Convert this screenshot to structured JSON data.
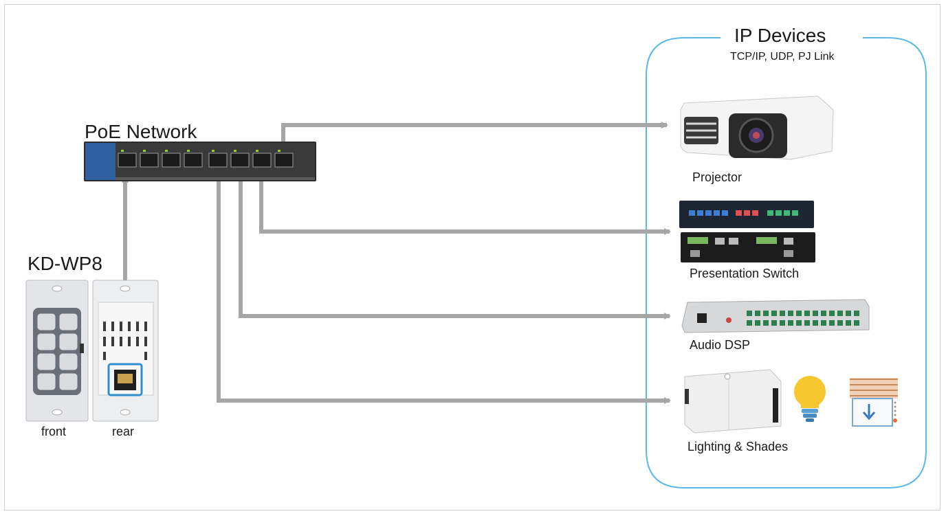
{
  "network": {
    "label": "PoE Network"
  },
  "keypad": {
    "label": "KD-WP8",
    "front_label": "front",
    "rear_label": "rear"
  },
  "ip_group": {
    "title": "IP Devices",
    "subtitle": "TCP/IP, UDP, PJ Link"
  },
  "devices": [
    {
      "label": "Projector",
      "icon": "projector-icon"
    },
    {
      "label": "Presentation Switch",
      "icon": "presentation-switch-icon"
    },
    {
      "label": "Audio DSP",
      "icon": "audio-dsp-icon"
    },
    {
      "label": "Lighting & Shades",
      "icon": "lighting-controller-icon"
    }
  ],
  "colors": {
    "connector": "#a6a6a6",
    "group_border": "#5ab9e6",
    "switch_blue": "#2f5f9e",
    "bulb": "#f6c72e",
    "shade": "#c98a5c"
  }
}
